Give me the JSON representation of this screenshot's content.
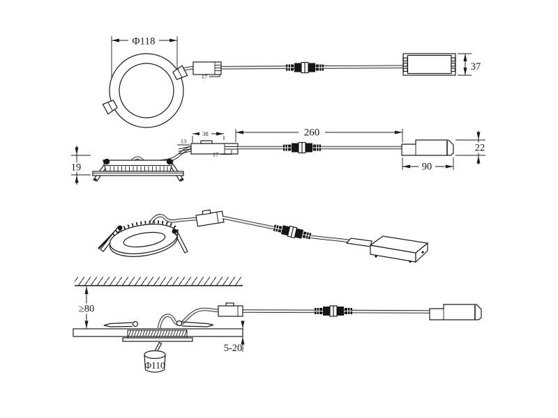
{
  "drawing": {
    "colors": {
      "line": "#1a1a1a",
      "background": "#ffffff",
      "cable_fill": "#ececec"
    },
    "top_view": {
      "dim_diameter": "Φ118",
      "dim_terminal_tail": "17",
      "dim_driver_width": "37"
    },
    "side_view": {
      "dim_recess_height": "19",
      "dim_terminal_height": "13",
      "dim_terminal_width": "38",
      "dim_terminal_tail": "17",
      "dim_cable_length": "260",
      "dim_driver_height": "22",
      "dim_driver_length": "90"
    },
    "installation_view": {
      "dim_min_clearance": "≥80",
      "dim_panel_thickness": "5-20",
      "dim_cutout_diameter": "Φ110"
    }
  }
}
